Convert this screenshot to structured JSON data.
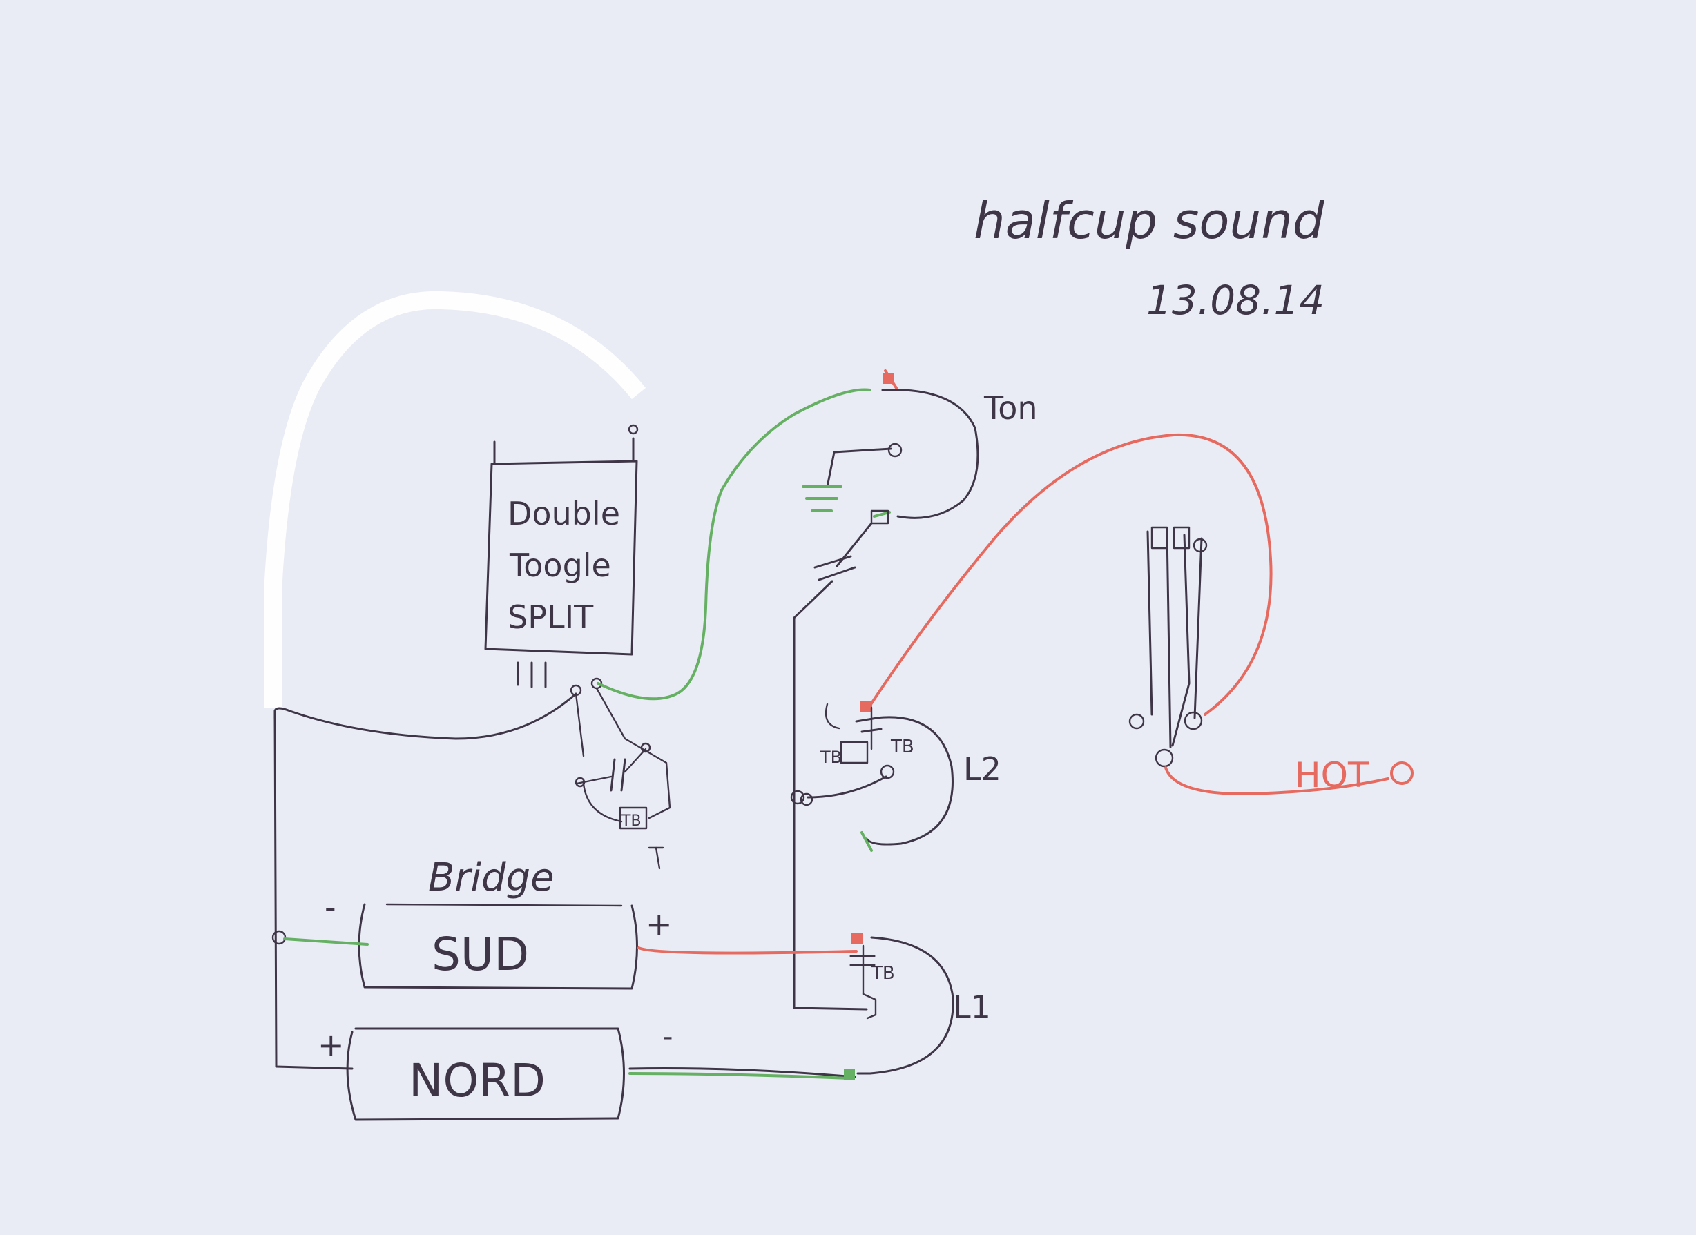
{
  "title": "halfcup sound",
  "date": "13.08.14",
  "switch_label": [
    "Double",
    "Toogle",
    "SPLIT"
  ],
  "bridge_label": "Bridge",
  "pickup_sud": "SUD",
  "pickup_nord": "NORD",
  "tone_label": "Ton",
  "l2_label": "L2",
  "l1_label": "L1",
  "hot_label": "HOT",
  "tb_label": "TB",
  "minus_sign": "-",
  "plus_sign": "+",
  "colors": {
    "paper": "#e9ecf5",
    "ink": "#3e3546",
    "red_wire": "#e66a5f",
    "green_wire": "#66b063",
    "tape": "#ffffff"
  }
}
